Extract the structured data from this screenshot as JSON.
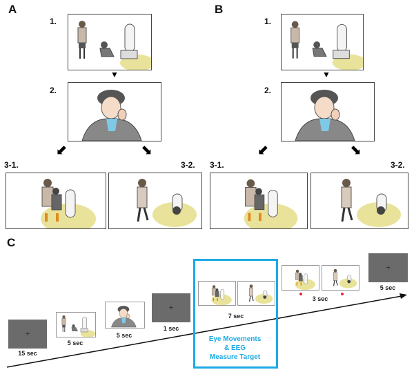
{
  "panels": {
    "a": {
      "label": "A",
      "steps": [
        "1.",
        "2.",
        "3-1.",
        "3-2."
      ]
    },
    "b": {
      "label": "B",
      "steps": [
        "1.",
        "2.",
        "3-1.",
        "3-2."
      ]
    },
    "c": {
      "label": "C",
      "timeline": [
        "15 sec",
        "5 sec",
        "5 sec",
        "1 sec",
        "7 sec",
        "3 sec",
        "5 sec"
      ],
      "target_box": [
        "Eye Movements",
        "& EEG",
        "Measure Target"
      ]
    }
  },
  "colors": {
    "accent": "#1ca9e6",
    "fixation": "#6b6b6b",
    "dot": "#e8203a"
  }
}
